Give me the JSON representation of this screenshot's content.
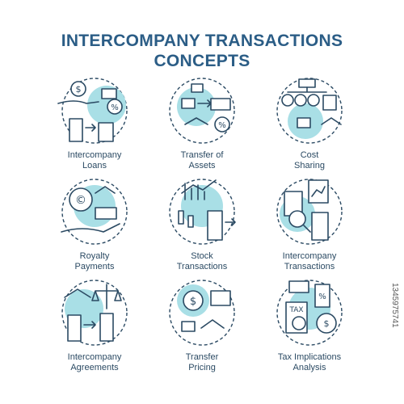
{
  "title_line1": "INTERCOMPANY TRANSACTIONS",
  "title_line2": "CONCEPTS",
  "accent": "#a9dfe6",
  "ink": "#2b4a63",
  "title_color": "#2b5d86",
  "items": [
    {
      "label": "Intercompany\nLoans",
      "icon": "loan-icon"
    },
    {
      "label": "Transfer of\nAssets",
      "icon": "asset-transfer-icon"
    },
    {
      "label": "Cost\nSharing",
      "icon": "cost-sharing-icon"
    },
    {
      "label": "Royalty\nPayments",
      "icon": "royalty-icon"
    },
    {
      "label": "Stock\nTransactions",
      "icon": "stock-chart-icon"
    },
    {
      "label": "Intercompany\nTransactions",
      "icon": "document-analysis-icon"
    },
    {
      "label": "Intercompany\nAgreements",
      "icon": "agreement-icon"
    },
    {
      "label": "Transfer\nPricing",
      "icon": "transfer-pricing-icon"
    },
    {
      "label": "Tax Implications\nAnalysis",
      "icon": "tax-analysis-icon"
    }
  ],
  "watermark": "1345975741"
}
